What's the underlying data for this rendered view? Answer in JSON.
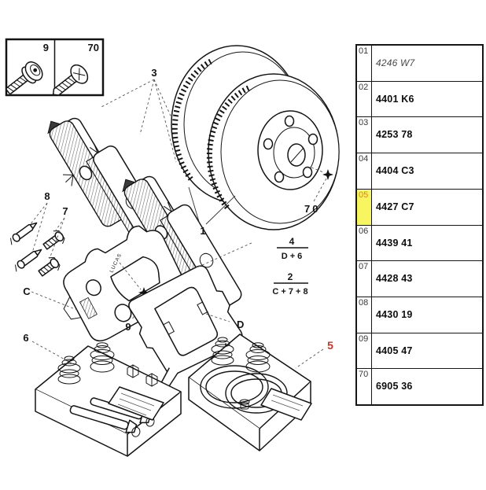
{
  "diagram": {
    "legend": {
      "screw_torx_ref": "9",
      "screw_countersunk_ref": "70"
    },
    "labels": {
      "pads": "3",
      "discs": "1",
      "disc_screw": "70",
      "bleed_screws": "8",
      "guide_pins": "7",
      "caliper": "C",
      "carrier_screw": "9",
      "carrier": "D",
      "guide_kit": "6",
      "seal_kit": "5"
    },
    "caliper_brand": "LUCAS",
    "formulas": {
      "pads_formula": {
        "numerator": "4",
        "denominator": "D + 6"
      },
      "caliper_formula": {
        "numerator": "2",
        "denominator": "C + 7 + 8"
      }
    }
  },
  "parts_table": {
    "rows": [
      {
        "ref": "01",
        "part": "4246 W7",
        "variant": "italic",
        "highlighted": false
      },
      {
        "ref": "02",
        "part": "4401 K6",
        "variant": "bold",
        "highlighted": false
      },
      {
        "ref": "03",
        "part": "4253 78",
        "variant": "bold",
        "highlighted": false
      },
      {
        "ref": "04",
        "part": "4404 C3",
        "variant": "bold",
        "highlighted": false
      },
      {
        "ref": "05",
        "part": "4427 C7",
        "variant": "bold",
        "highlighted": true
      },
      {
        "ref": "06",
        "part": "4439 41",
        "variant": "bold",
        "highlighted": false
      },
      {
        "ref": "07",
        "part": "4428 43",
        "variant": "bold",
        "highlighted": false
      },
      {
        "ref": "08",
        "part": "4430 19",
        "variant": "bold",
        "highlighted": false
      },
      {
        "ref": "09",
        "part": "4405 47",
        "variant": "bold",
        "highlighted": false
      },
      {
        "ref": "70",
        "part": "6905 36",
        "variant": "bold",
        "highlighted": false
      }
    ]
  },
  "colors": {
    "highlight_bg": "#f7f661",
    "highlight_ref_text": "#d8861c",
    "red_callout": "#c43527"
  }
}
